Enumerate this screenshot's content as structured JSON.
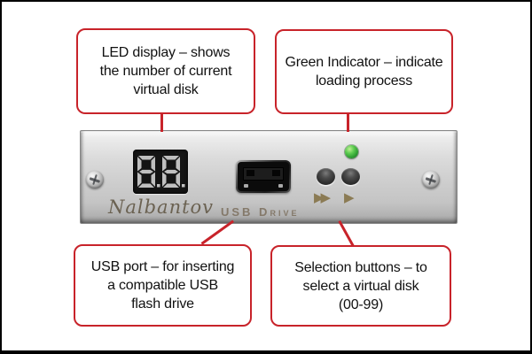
{
  "colors": {
    "callout_red": "#c8232a",
    "frame_black": "#000000",
    "page_bg": "#ffffff",
    "led_on": "#bfbfbf",
    "led_bg": "#141414",
    "led_green": "#2f9e33",
    "arrow_tan": "#8b7b54",
    "brand_brown": "#6b6252",
    "label_tan": "#84796a"
  },
  "callouts": {
    "led": {
      "lines": [
        "LED display – shows",
        "the number of current",
        "virtual disk"
      ]
    },
    "green": {
      "lines": [
        "Green Indicator – indicate",
        "loading process"
      ]
    },
    "usb": {
      "lines": [
        "USB port – for inserting",
        "a compatible USB",
        "flash drive"
      ]
    },
    "select": {
      "lines": [
        "Selection buttons – to",
        "select a virtual disk",
        "(00-99)"
      ]
    }
  },
  "device": {
    "brand": "Nalbantov",
    "label": "USB Drive",
    "led_digits": "88",
    "led_decimal_points": true,
    "fast_forward_arrows": "▶▶",
    "forward_arrow": "▶"
  }
}
